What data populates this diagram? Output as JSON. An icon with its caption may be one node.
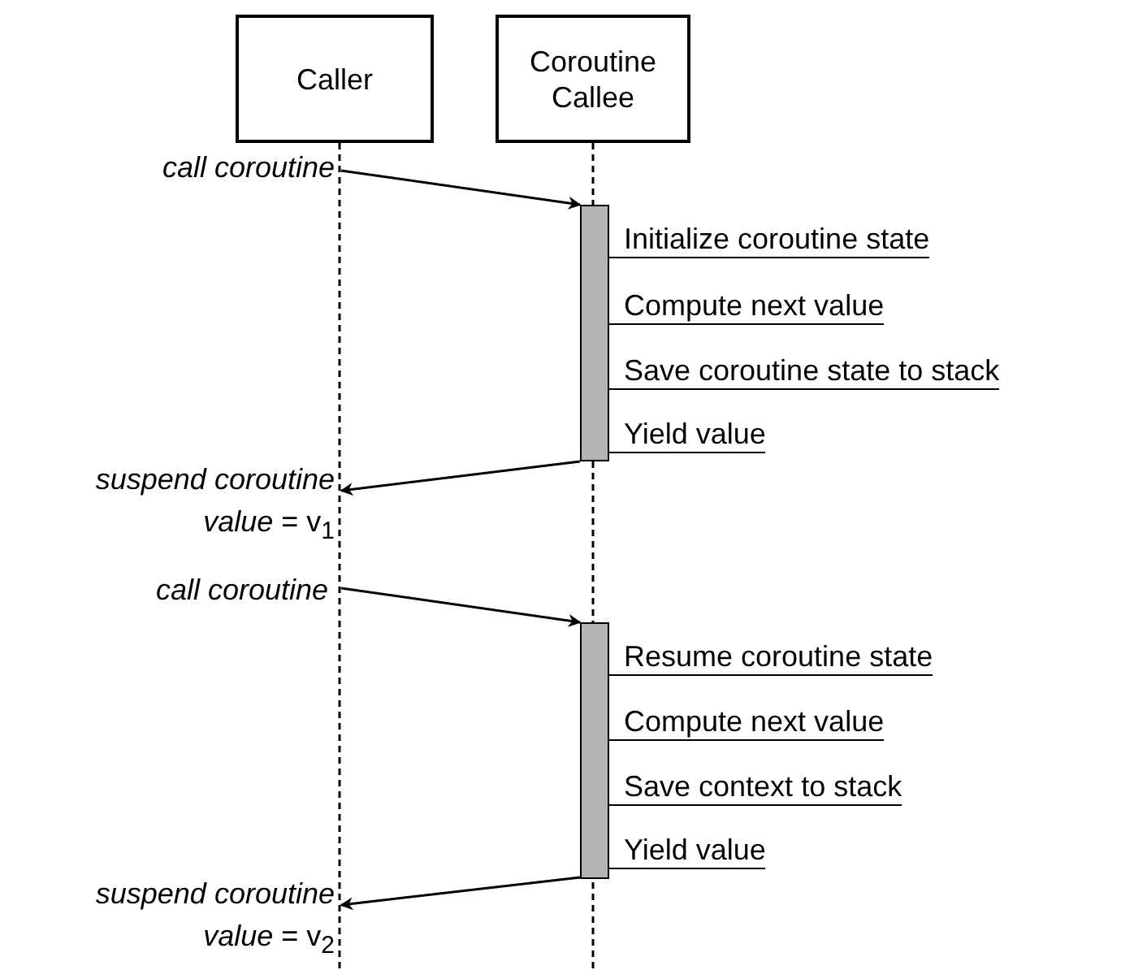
{
  "diagram": {
    "nodes": [
      {
        "text": [
          "Caller"
        ]
      },
      {
        "text": [
          "Coroutine Callee"
        ]
      },
      {
        "text": [],
        "shape": "bar",
        "in": 1,
        "beside": [
          "Initialize coroutine state",
          "Compute next value",
          "Save coroutine state to stack",
          "Yield value"
        ]
      },
      {
        "text": [],
        "shape": "bar",
        "in": 1,
        "beside": [
          "Resume coroutine state",
          "Compute next value",
          "Save context to stack",
          "Yield value"
        ]
      }
    ],
    "edges": [
      {
        "from": 0,
        "to": 2,
        "arrow": "to",
        "label": "*call coroutine*"
      },
      {
        "from": 2,
        "to": 0,
        "arrow": "to",
        "label": "*suspend coroutine value* = v$_{1}$"
      },
      {
        "from": 0,
        "to": 3,
        "arrow": "to",
        "label": "*call coroutine*"
      },
      {
        "from": 3,
        "to": 0,
        "arrow": "to",
        "label": "*suspend coroutine value* = v$_{2}$"
      }
    ]
  }
}
